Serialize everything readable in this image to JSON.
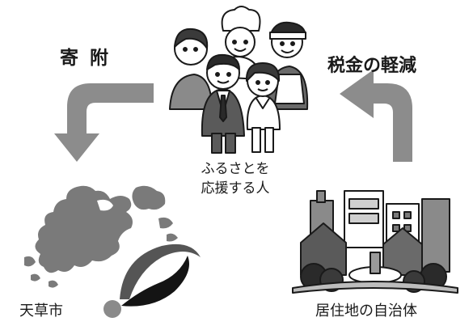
{
  "labels": {
    "donation": "寄附",
    "tax_reduction": "税金の軽減",
    "supporters_line1": "ふるさとを",
    "supporters_line2": "応援する人",
    "city": "天草市",
    "residence": "居住地の自治体"
  },
  "colors": {
    "arrow": "#8c8c8c",
    "map": "#7a7a7a",
    "logo_gray": "#555555",
    "logo_dark": "#141414",
    "text": "#1a1a1a"
  },
  "icons": {
    "left_arrow": "arrow-down-left",
    "right_arrow": "arrow-up-right",
    "people": "people-group",
    "map": "amakusa-map",
    "logo": "city-logo",
    "town": "town-buildings"
  }
}
